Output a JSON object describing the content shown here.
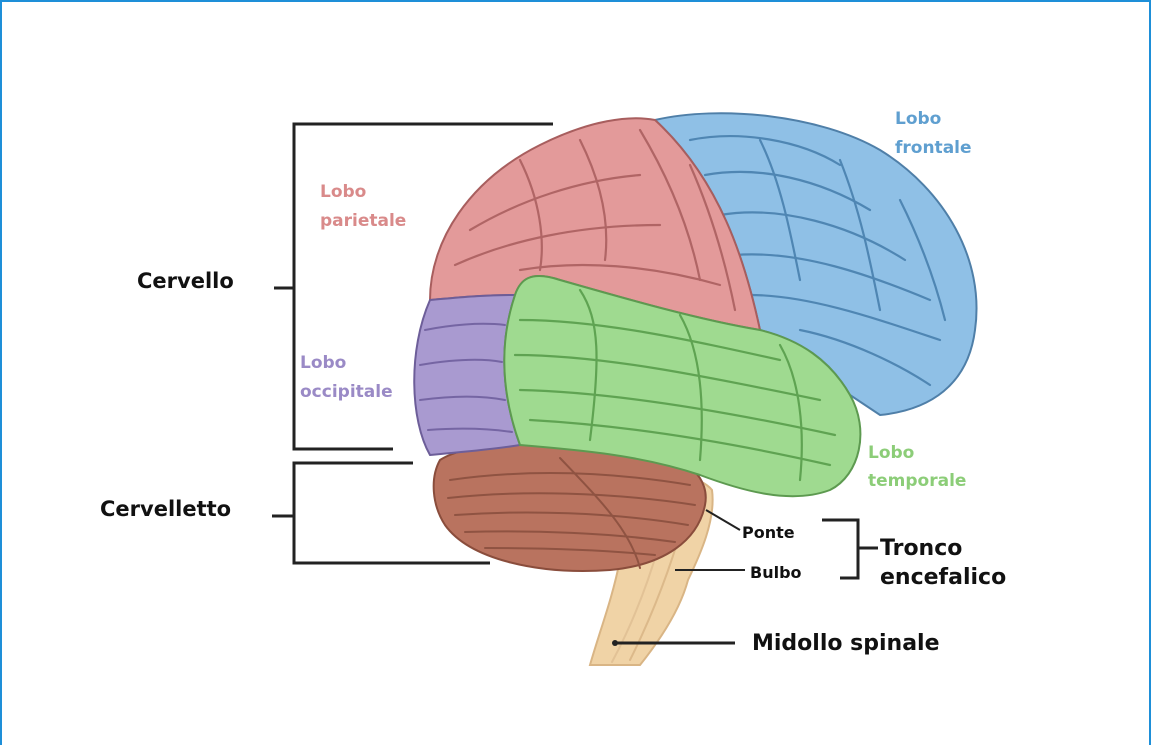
{
  "labels": {
    "cervello": "Cervello",
    "cervelletto": "Cervelletto",
    "lobo_parietale": [
      "Lobo",
      "parietale"
    ],
    "lobo_frontale": [
      "Lobo",
      "frontale"
    ],
    "lobo_occipitale": [
      "Lobo",
      "occipitale"
    ],
    "lobo_temporale": [
      "Lobo",
      "temporale"
    ],
    "ponte": "Ponte",
    "bulbo": "Bulbo",
    "tronco_encefalico": [
      "Tronco",
      "encefalico"
    ],
    "midollo_spinale": "Midollo spinale"
  },
  "colors": {
    "frame": "#1e8fd8",
    "parietal": "#e39a9a",
    "frontal": "#8fc0e6",
    "occipital": "#a99ad0",
    "temporal": "#9fda90",
    "cerebellum": "#b9735f",
    "brainstem": "#f0d3a6",
    "parietal_text": "#d98a8a",
    "frontal_text": "#5f9fd0",
    "occipital_text": "#9a8ac6",
    "temporal_text": "#8ccd78"
  }
}
